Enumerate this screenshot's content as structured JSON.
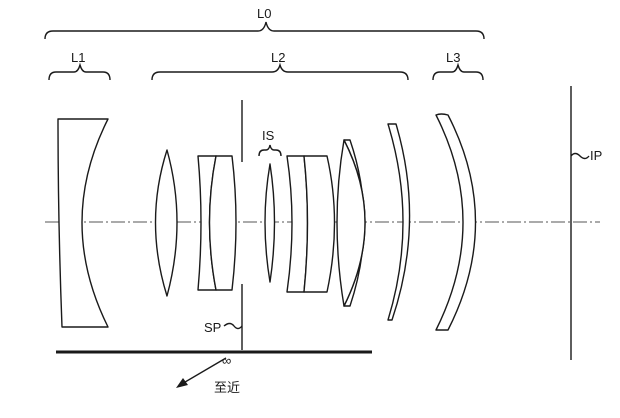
{
  "labels": {
    "l0": "L0",
    "l1": "L1",
    "l2": "L2",
    "l3": "L3",
    "is": "IS",
    "ip": "IP",
    "sp": "SP",
    "infinity": "∞",
    "close": "至近"
  }
}
